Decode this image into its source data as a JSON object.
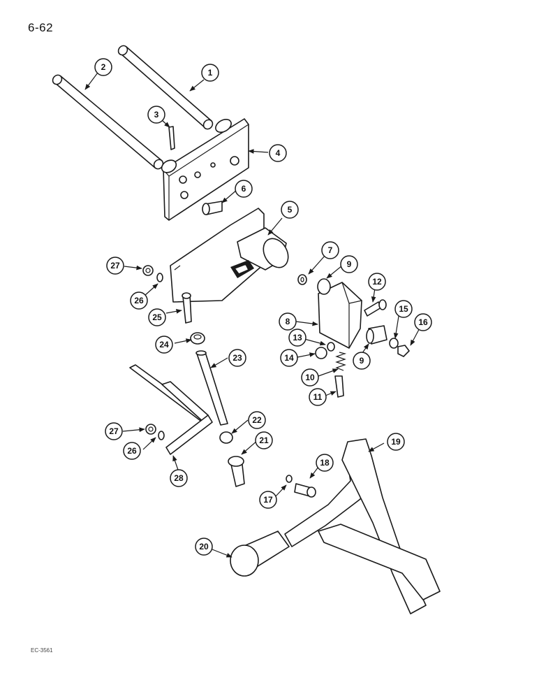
{
  "page_number": "6-62",
  "figure_code": "EC-3561",
  "callouts": [
    {
      "id": "c1",
      "label": "1"
    },
    {
      "id": "c2",
      "label": "2"
    },
    {
      "id": "c3",
      "label": "3"
    },
    {
      "id": "c4",
      "label": "4"
    },
    {
      "id": "c5",
      "label": "5"
    },
    {
      "id": "c6",
      "label": "6"
    },
    {
      "id": "c7",
      "label": "7"
    },
    {
      "id": "c8",
      "label": "8"
    },
    {
      "id": "c9a",
      "label": "9"
    },
    {
      "id": "c9b",
      "label": "9"
    },
    {
      "id": "c10",
      "label": "10"
    },
    {
      "id": "c11",
      "label": "11"
    },
    {
      "id": "c12",
      "label": "12"
    },
    {
      "id": "c13",
      "label": "13"
    },
    {
      "id": "c14",
      "label": "14"
    },
    {
      "id": "c15",
      "label": "15"
    },
    {
      "id": "c16",
      "label": "16"
    },
    {
      "id": "c17",
      "label": "17"
    },
    {
      "id": "c18",
      "label": "18"
    },
    {
      "id": "c19",
      "label": "19"
    },
    {
      "id": "c20",
      "label": "20"
    },
    {
      "id": "c21",
      "label": "21"
    },
    {
      "id": "c22",
      "label": "22"
    },
    {
      "id": "c23",
      "label": "23"
    },
    {
      "id": "c24",
      "label": "24"
    },
    {
      "id": "c25",
      "label": "25"
    },
    {
      "id": "c26a",
      "label": "26"
    },
    {
      "id": "c26b",
      "label": "26"
    },
    {
      "id": "c27a",
      "label": "27"
    },
    {
      "id": "c27b",
      "label": "27"
    },
    {
      "id": "c28",
      "label": "28"
    }
  ]
}
